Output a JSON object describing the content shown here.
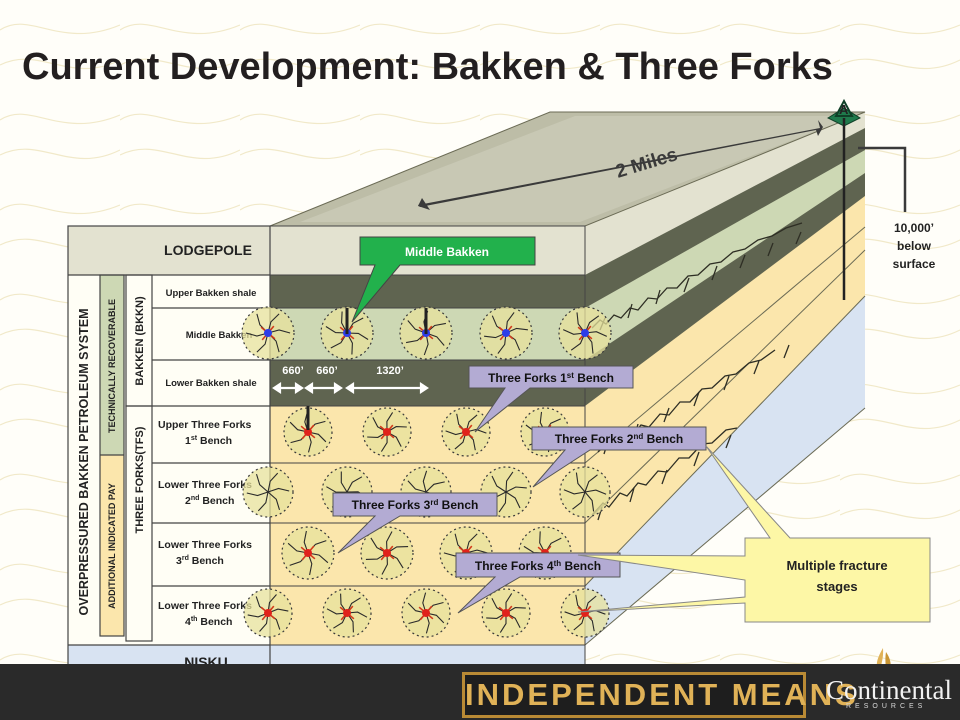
{
  "title": "Current Development: Bakken & Three Forks",
  "distance_label": "2 Miles",
  "marker_letter": "A",
  "depth_note": {
    "line1": "10,000’",
    "line2": "below",
    "line3": "surface"
  },
  "side_labels": {
    "system": "OVERPRESSURED BAKKEN PETROLEUM SYSTEM",
    "technically": "TECHNICALLY RECOVERABLE",
    "additional": "ADDITIONAL INDICATED PAY",
    "bakken": "BAKKEN (BKKN)",
    "three_forks": "THREE FORKS(TFS)"
  },
  "layers": {
    "lodgepole": "LODGEPOLE",
    "upper_bakken": "Upper Bakken shale",
    "middle_bakken": "Middle Bakken",
    "lower_bakken": "Lower Bakken shale",
    "tf1_line1": "Upper Three Forks",
    "tf1_line2": "1",
    "tf1_sup": "st",
    "tf1_suffix": " Bench",
    "tf2_line1": "Lower Three Forks",
    "tf2_line2": "2",
    "tf2_sup": "nd",
    "tf2_suffix": " Bench",
    "tf3_line1": "Lower Three Forks",
    "tf3_line2": "3",
    "tf3_sup": "rd",
    "tf3_suffix": " Bench",
    "tf4_line1": "Lower Three Forks",
    "tf4_line2": "4",
    "tf4_sup": "th",
    "tf4_suffix": " Bench",
    "nisku": "NISKU"
  },
  "spacing": {
    "a": "660’",
    "b": "660’",
    "c": "1320’"
  },
  "callouts": {
    "middle_bakken": "Middle Bakken",
    "tf1": {
      "pre": "Three Forks 1",
      "sup": "st",
      "post": " Bench"
    },
    "tf2": {
      "pre": "Three Forks 2",
      "sup": "nd",
      "post": " Bench"
    },
    "tf3": {
      "pre": "Three Forks 3",
      "sup": "rd",
      "post": " Bench"
    },
    "tf4": {
      "pre": "Three Forks 4",
      "sup": "th",
      "post": " Bench"
    },
    "fracture_line1": "Multiple fracture",
    "fracture_line2": "stages"
  },
  "footer": {
    "slogan": "INDEPENDENT MEANS",
    "company": "Continental",
    "company_sub": "RESOURCES"
  },
  "colors": {
    "lodgepole": "#e3e2d0",
    "shale": "#5f6450",
    "middle_bakken": "#cdd8b4",
    "three_forks": "#fbe6ac",
    "nisku": "#d8e3f2",
    "callout_purple": "#b3abd3",
    "callout_green": "#22b14c",
    "callout_yellow": "#fdf7a6",
    "well_blue": "#2d3de8",
    "well_red": "#e0221b",
    "title": "#231f20"
  }
}
